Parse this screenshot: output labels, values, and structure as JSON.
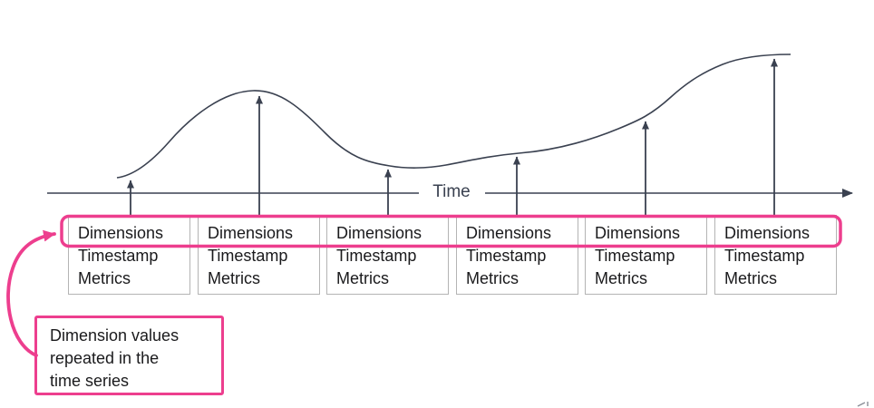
{
  "colors": {
    "accent_pink": "#ED3E8E",
    "ink": "#3A4150",
    "box_border": "#B4B4B4",
    "text": "#1A1A1C",
    "background": "#FFFFFF"
  },
  "axis": {
    "label": "Time"
  },
  "record_boxes": [
    {
      "dimensions": "Dimensions",
      "timestamp": "Timestamp",
      "metrics": "Metrics"
    },
    {
      "dimensions": "Dimensions",
      "timestamp": "Timestamp",
      "metrics": "Metrics"
    },
    {
      "dimensions": "Dimensions",
      "timestamp": "Timestamp",
      "metrics": "Metrics"
    },
    {
      "dimensions": "Dimensions",
      "timestamp": "Timestamp",
      "metrics": "Metrics"
    },
    {
      "dimensions": "Dimensions",
      "timestamp": "Timestamp",
      "metrics": "Metrics"
    },
    {
      "dimensions": "Dimensions",
      "timestamp": "Timestamp",
      "metrics": "Metrics"
    }
  ],
  "callout": {
    "lines": [
      "Dimension values",
      "repeated in the",
      "time series"
    ]
  }
}
